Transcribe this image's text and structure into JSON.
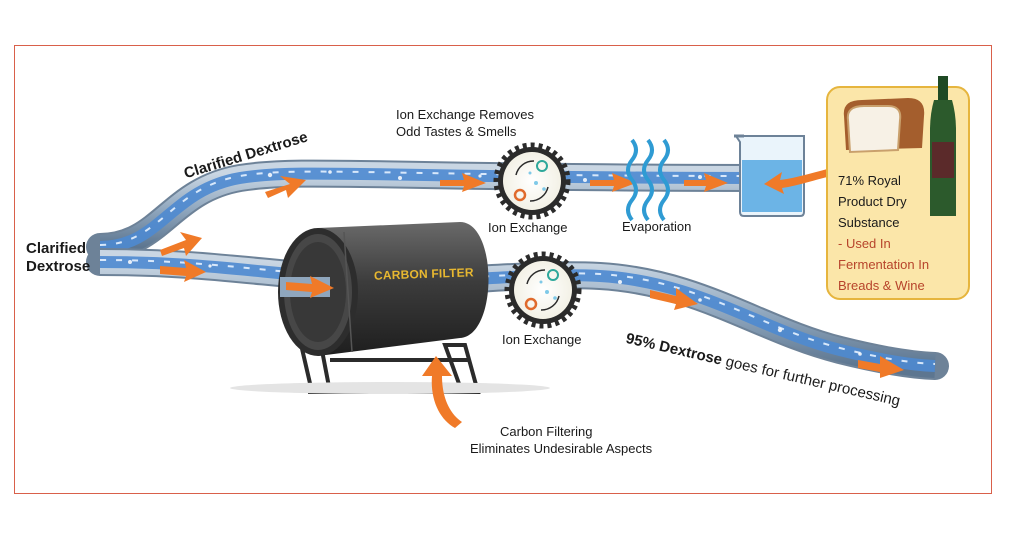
{
  "labels": {
    "clarified_dextrose_left": [
      "Clarified",
      "Dextrose"
    ],
    "clarified_dextrose_pipe": "Clarified Dextrose",
    "ion_removes": [
      "Ion Exchange Removes",
      "Odd Tastes & Smells"
    ],
    "ion_exchange_top": "Ion Exchange",
    "evaporation": "Evaporation",
    "ion_exchange_bottom": "Ion Exchange",
    "carbon_filter": "CARBON FILTER",
    "carbon_filtering": [
      "Carbon Filtering",
      "Eliminates Undesirable Aspects"
    ],
    "dextrose_95_bold": "95% Dextrose",
    "dextrose_95_rest": " goes for  further processing"
  },
  "info_box": {
    "lines": [
      "71% Royal",
      "Product Dry",
      "Substance"
    ],
    "accent_lines": [
      "- Used In",
      "Fermentation In",
      "Breads & Wine"
    ]
  },
  "colors": {
    "frame": "#d9604a",
    "pipe_outer": "#8fa6bd",
    "pipe_water": "#3f7fc4",
    "arrow": "#f07a28",
    "filter_body": "#3c3c3c",
    "filter_label": "#e8b830",
    "info_box_fill": "#fbe6a9",
    "info_box_border": "#e6b53e",
    "accent_text": "#b7442b"
  },
  "icons": [
    "ion-exchange-gear-icon",
    "evaporation-waves-icon",
    "beaker-icon",
    "bread-icon",
    "wine-bottle-icon",
    "flow-arrow-icon"
  ]
}
